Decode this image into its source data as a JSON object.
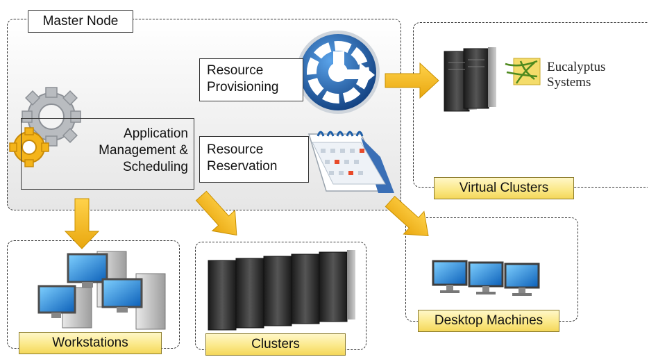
{
  "master": {
    "title": "Master Node"
  },
  "modules": {
    "provisioning": {
      "line1": "Resource",
      "line2": "Provisioning"
    },
    "reservation": {
      "line1": "Resource",
      "line2": "Reservation"
    },
    "application": {
      "line1": "Application",
      "line2": "Management &",
      "line3": "Scheduling"
    }
  },
  "groups": {
    "virtual_clusters": "Virtual Clusters",
    "workstations": "Workstations",
    "clusters": "Clusters",
    "desktop_machines": "Desktop Machines"
  },
  "eucalyptus": {
    "line1": "Eucalyptus",
    "line2": "Systems"
  },
  "colors": {
    "arrow": "#f2b81c",
    "label_fill": "#fbe98a",
    "provisioning_icon": "#1f5fa8",
    "server": "#2a2a2a",
    "monitor_screen": "#1e8fd6"
  }
}
